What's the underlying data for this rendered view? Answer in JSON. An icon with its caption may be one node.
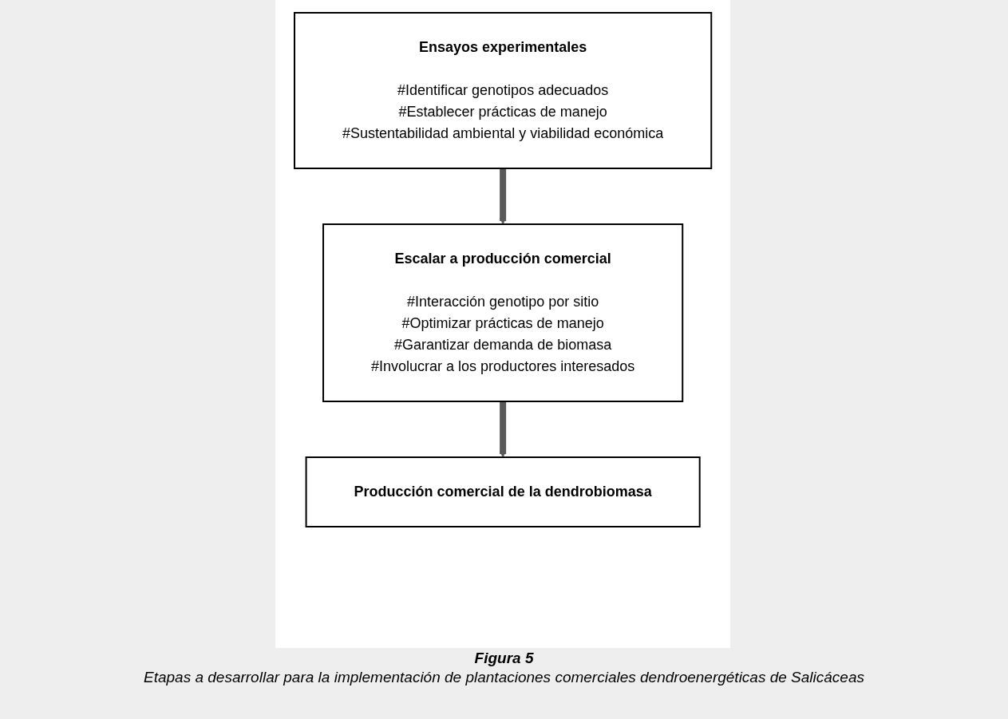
{
  "diagram": {
    "nodes": [
      {
        "text": [
          "Ensayos experimentales",
          "#Identificar genotipos adecuados",
          "#Establecer prácticas de manejo",
          "#Sustentabilidad ambiental y viabilidad económica"
        ]
      },
      {
        "text": [
          "Escalar a producción comercial",
          "#Interacción genotipo por sitio",
          "#Optimizar prácticas de manejo",
          "#Garantizar demanda de biomasa",
          "#Involucrar a los productores interesados"
        ]
      },
      {
        "text": [
          "Producción comercial de la dendrobiomasa"
        ]
      }
    ],
    "edges": [
      {
        "from": 0,
        "to": 1,
        "arrow": "to"
      },
      {
        "from": 1,
        "to": 2,
        "arrow": "to"
      }
    ],
    "labels": [
      "Figura 5"
    ],
    "caption": "Etapas a desarrollar para la implementación de plantaciones comerciales dendroenergéticas de Salicáceas"
  }
}
